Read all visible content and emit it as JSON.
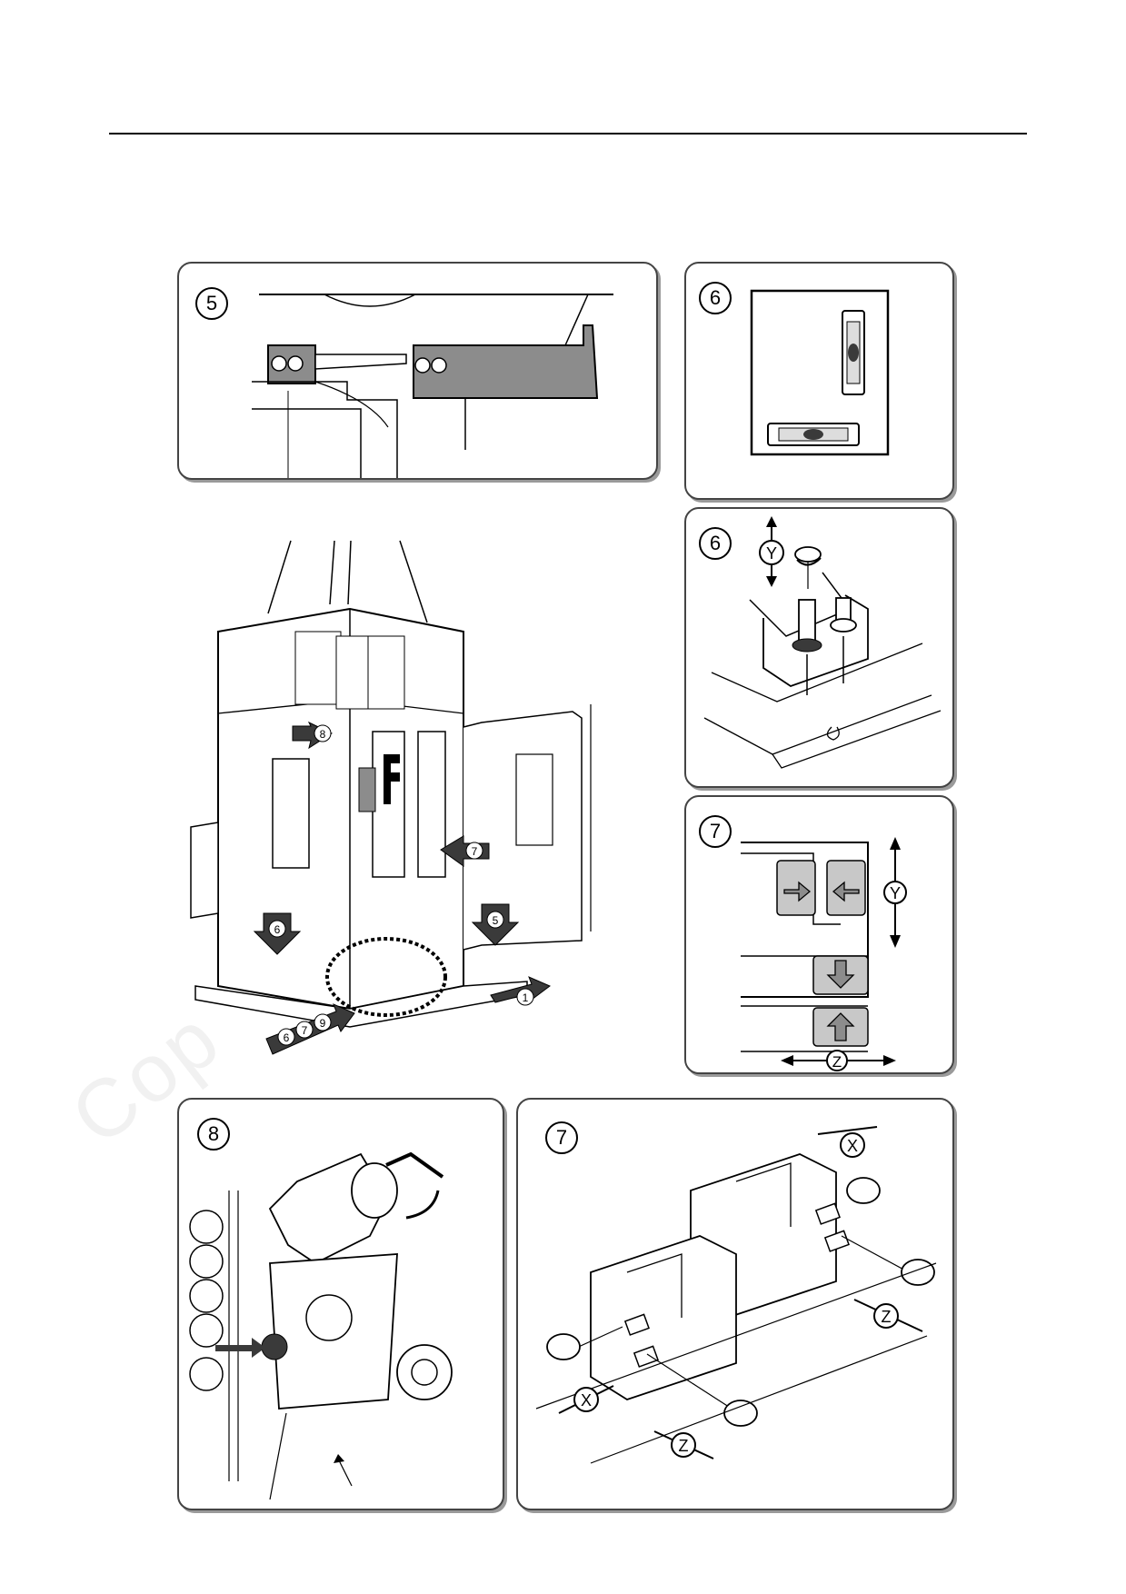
{
  "panels": {
    "p5": {
      "step": "5"
    },
    "p6a": {
      "step": "6"
    },
    "p6b": {
      "step": "6",
      "axis_y": "Y"
    },
    "p7a": {
      "step": "7",
      "axis_y": "Y",
      "axis_z": "Z"
    },
    "p8": {
      "step": "8"
    },
    "p7b": {
      "step": "7",
      "axis_x": "X",
      "axis_z": "Z"
    }
  },
  "main": {
    "callouts": [
      "8",
      "7",
      "6",
      "5",
      "1"
    ],
    "combined_callout": [
      "6",
      "7",
      "9"
    ]
  },
  "colors": {
    "line": "#000000",
    "fill_dark": "#3a3a3a",
    "fill_mid": "#8c8c8c",
    "fill_light": "#c8c8c8"
  }
}
